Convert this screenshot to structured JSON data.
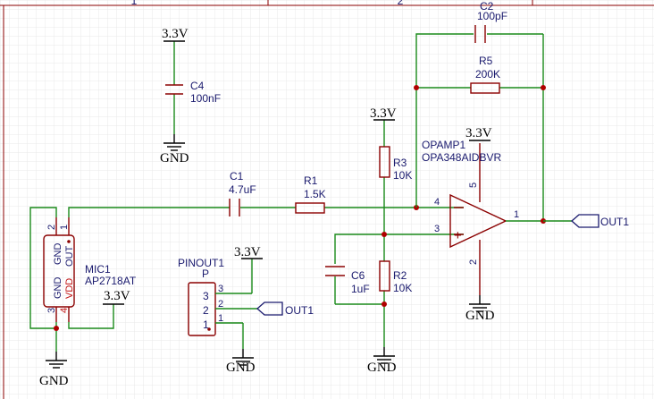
{
  "frame": {
    "zones": [
      "1",
      "2"
    ]
  },
  "power": {
    "vcc": "3.3V",
    "gnd": "GND"
  },
  "parts": {
    "c1": {
      "ref": "C1",
      "value": "4.7uF"
    },
    "c2": {
      "ref": "C2",
      "value": "100pF"
    },
    "c4": {
      "ref": "C4",
      "value": "100nF"
    },
    "c6": {
      "ref": "C6",
      "value": "1uF"
    },
    "r1": {
      "ref": "R1",
      "value": "1.5K"
    },
    "r2": {
      "ref": "R2",
      "value": "10K"
    },
    "r3": {
      "ref": "R3",
      "value": "10K"
    },
    "r5": {
      "ref": "R5",
      "value": "200K"
    },
    "opamp": {
      "ref": "OPAMP1",
      "value": "OPA348AIDBVR",
      "pins": [
        "4",
        "3",
        "1",
        "5",
        "2"
      ]
    },
    "mic": {
      "ref": "MIC1",
      "value": "AP2718AT",
      "pins": [
        "2",
        "3",
        "4",
        "1"
      ],
      "pin_names": [
        "GND",
        "GND",
        "VDD",
        "OUT"
      ]
    },
    "header": {
      "ref": "PINOUT1",
      "value": "P",
      "pins": [
        "3",
        "2",
        "1"
      ]
    }
  },
  "net_labels": {
    "out": "OUT1"
  },
  "colors": {
    "wire": "#1a8a1a",
    "part": "#8b0000",
    "text": "#1a1a6e",
    "pin_name_red": "#c01010",
    "grid": "#e6e6e6"
  }
}
